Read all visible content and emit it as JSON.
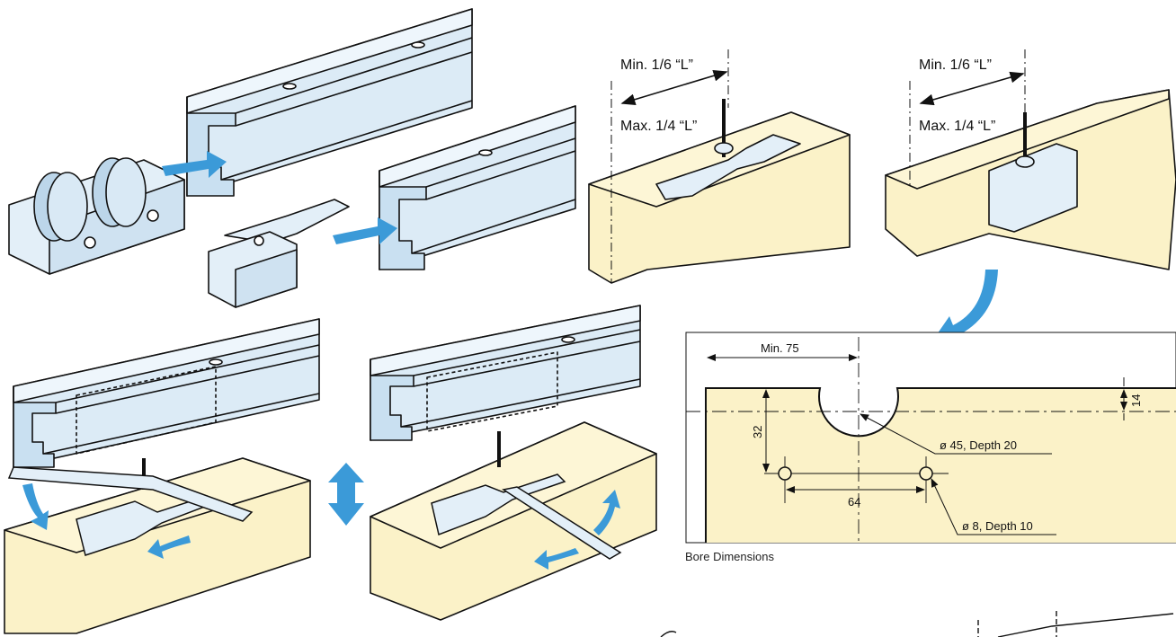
{
  "colors": {
    "rail": "#d4e7f5",
    "rail_dark": "#a9c9e0",
    "wood": "#fbf2c8",
    "wood_top": "#fdf6d6",
    "wood_side": "#f3e6b0",
    "arrow": "#3b9ad8",
    "line": "#111111"
  },
  "mount_labels": {
    "left_min": "Min. 1/6 “L”",
    "left_max": "Max. 1/4 “L”",
    "right_min": "Min. 1/6 “L”",
    "right_max": "Max. 1/4 “L”"
  },
  "bore": {
    "min_75": "Min. 75",
    "dim_32": "32",
    "dim_14": "14",
    "dim_64": "64",
    "hole_large": "ø 45, Depth 20",
    "hole_small": "ø 8, Depth 10",
    "caption": "Bore Dimensions"
  },
  "icons": [
    "insert-arrow-icon",
    "adjust-arrow-icon",
    "up-down-arrow-icon",
    "curved-arrow-icon"
  ]
}
